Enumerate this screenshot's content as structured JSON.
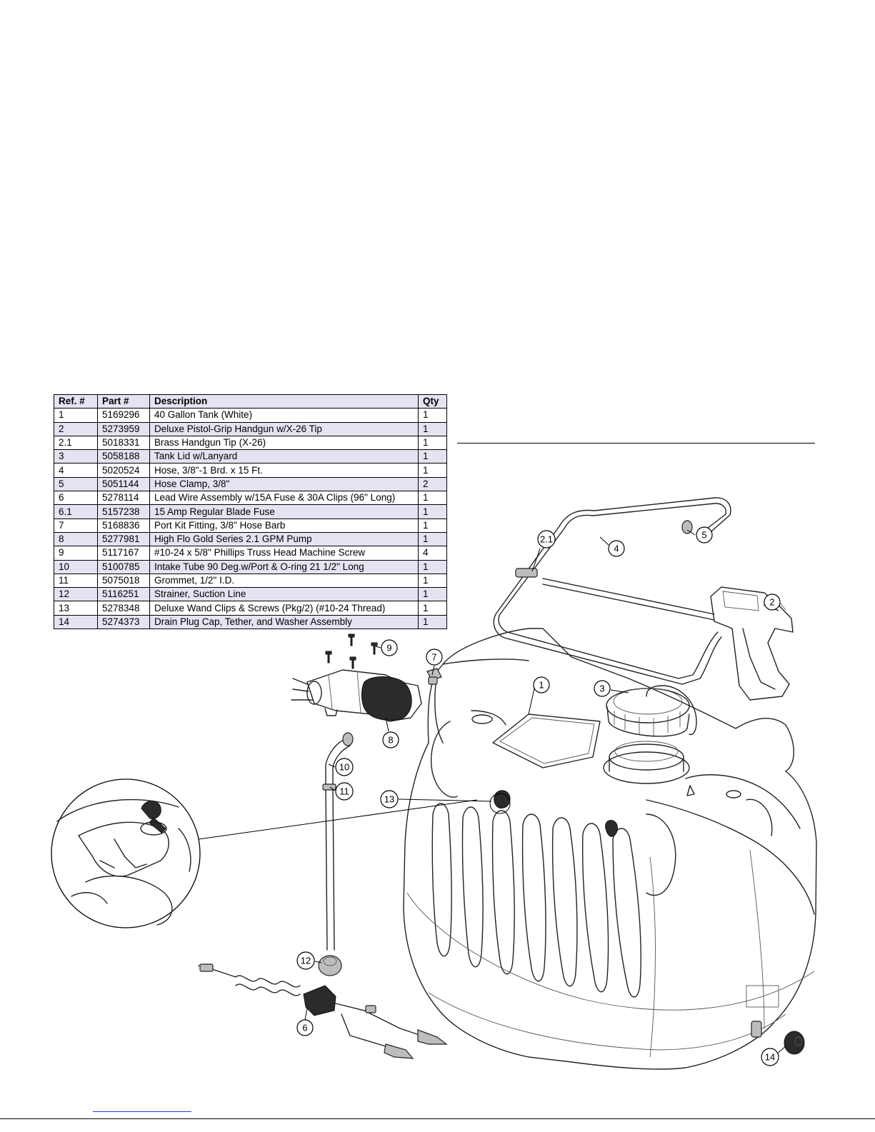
{
  "parts_table": {
    "headers": [
      "Ref. #",
      "Part #",
      "Description",
      "Qty"
    ],
    "rows": [
      [
        "1",
        "5169296",
        "40 Gallon Tank (White)",
        "1"
      ],
      [
        "2",
        "5273959",
        "Deluxe Pistol-Grip Handgun w/X-26 Tip",
        "1"
      ],
      [
        "2.1",
        "5018331",
        "Brass Handgun Tip (X-26)",
        "1"
      ],
      [
        "3",
        "5058188",
        "Tank Lid w/Lanyard",
        "1"
      ],
      [
        "4",
        "5020524",
        "Hose, 3/8\"-1 Brd. x 15 Ft.",
        "1"
      ],
      [
        "5",
        "5051144",
        "Hose Clamp, 3/8\"",
        "2"
      ],
      [
        "6",
        "5278114",
        "Lead Wire Assembly w/15A Fuse & 30A Clips (96\" Long)",
        "1"
      ],
      [
        "6.1",
        "5157238",
        "15 Amp Regular Blade Fuse",
        "1"
      ],
      [
        "7",
        "5168836",
        "Port Kit Fitting, 3/8\" Hose Barb",
        "1"
      ],
      [
        "8",
        "5277981",
        "High Flo Gold Series 2.1 GPM Pump",
        "1"
      ],
      [
        "9",
        "5117167",
        "#10-24 x 5/8\" Phillips Truss Head Machine Screw",
        "4"
      ],
      [
        "10",
        "5100785",
        "Intake Tube 90 Deg.w/Port & O-ring  21 1/2\" Long",
        "1"
      ],
      [
        "11",
        "5075018",
        "Grommet, 1/2\" I.D.",
        "1"
      ],
      [
        "12",
        "5116251",
        "Strainer, Suction Line",
        "1"
      ],
      [
        "13",
        "5278348",
        "Deluxe Wand Clips & Screws (Pkg/2) (#10-24 Thread)",
        "1"
      ],
      [
        "14",
        "5274373",
        "Drain Plug Cap, Tether, and Washer Assembly",
        "1"
      ]
    ]
  },
  "callouts": {
    "c1": "1",
    "c2": "2",
    "c21": "2.1",
    "c3": "3",
    "c4": "4",
    "c5": "5",
    "c6": "6",
    "c7": "7",
    "c8": "8",
    "c9": "9",
    "c10": "10",
    "c11": "11",
    "c12": "12",
    "c13": "13",
    "c14": "14"
  }
}
